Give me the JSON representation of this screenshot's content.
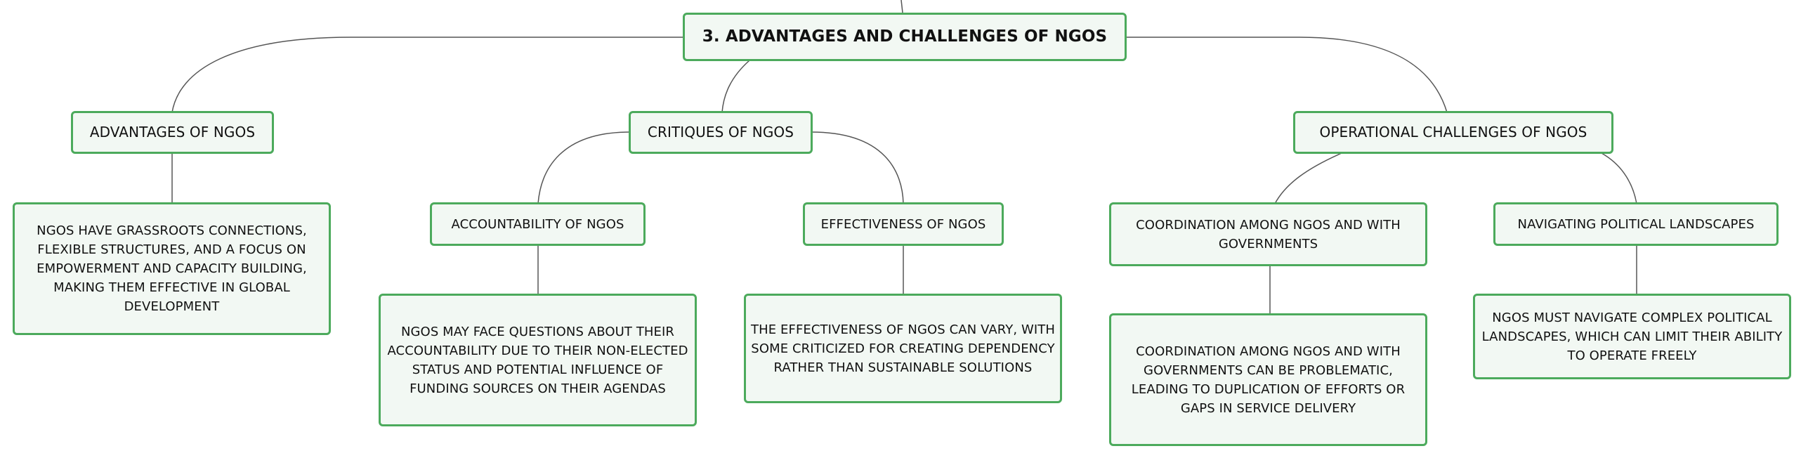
{
  "root": {
    "label": "3. ADVANTAGES AND CHALLENGES OF NGOS"
  },
  "advantages": {
    "label": "ADVANTAGES OF NGOS",
    "detail": "NGOS HAVE GRASSROOTS CONNECTIONS, FLEXIBLE STRUCTURES, AND A FOCUS ON EMPOWERMENT AND CAPACITY BUILDING, MAKING THEM EFFECTIVE IN GLOBAL DEVELOPMENT"
  },
  "critiques": {
    "label": "CRITIQUES OF NGOS",
    "accountability": {
      "label": "ACCOUNTABILITY OF NGOS",
      "detail": "NGOS MAY FACE QUESTIONS ABOUT THEIR ACCOUNTABILITY DUE TO THEIR NON-ELECTED STATUS AND POTENTIAL INFLUENCE OF FUNDING SOURCES ON THEIR AGENDAS"
    },
    "effectiveness": {
      "label": "EFFECTIVENESS OF NGOS",
      "detail": "THE EFFECTIVENESS OF NGOS CAN VARY, WITH SOME CRITICIZED FOR CREATING DEPENDENCY RATHER THAN SUSTAINABLE SOLUTIONS"
    }
  },
  "operational": {
    "label": "OPERATIONAL CHALLENGES OF NGOS",
    "coordination": {
      "label": "COORDINATION AMONG NGOS AND WITH GOVERNMENTS",
      "detail": "COORDINATION AMONG NGOS AND WITH GOVERNMENTS CAN BE PROBLEMATIC, LEADING TO DUPLICATION OF EFFORTS OR GAPS IN SERVICE DELIVERY"
    },
    "political": {
      "label": "NAVIGATING POLITICAL LANDSCAPES",
      "detail": "NGOS MUST NAVIGATE COMPLEX POLITICAL LANDSCAPES, WHICH CAN LIMIT THEIR ABILITY TO OPERATE FREELY"
    }
  },
  "colors": {
    "border": "#4caa5c",
    "fill": "#f2f8f3",
    "line": "#555555"
  }
}
